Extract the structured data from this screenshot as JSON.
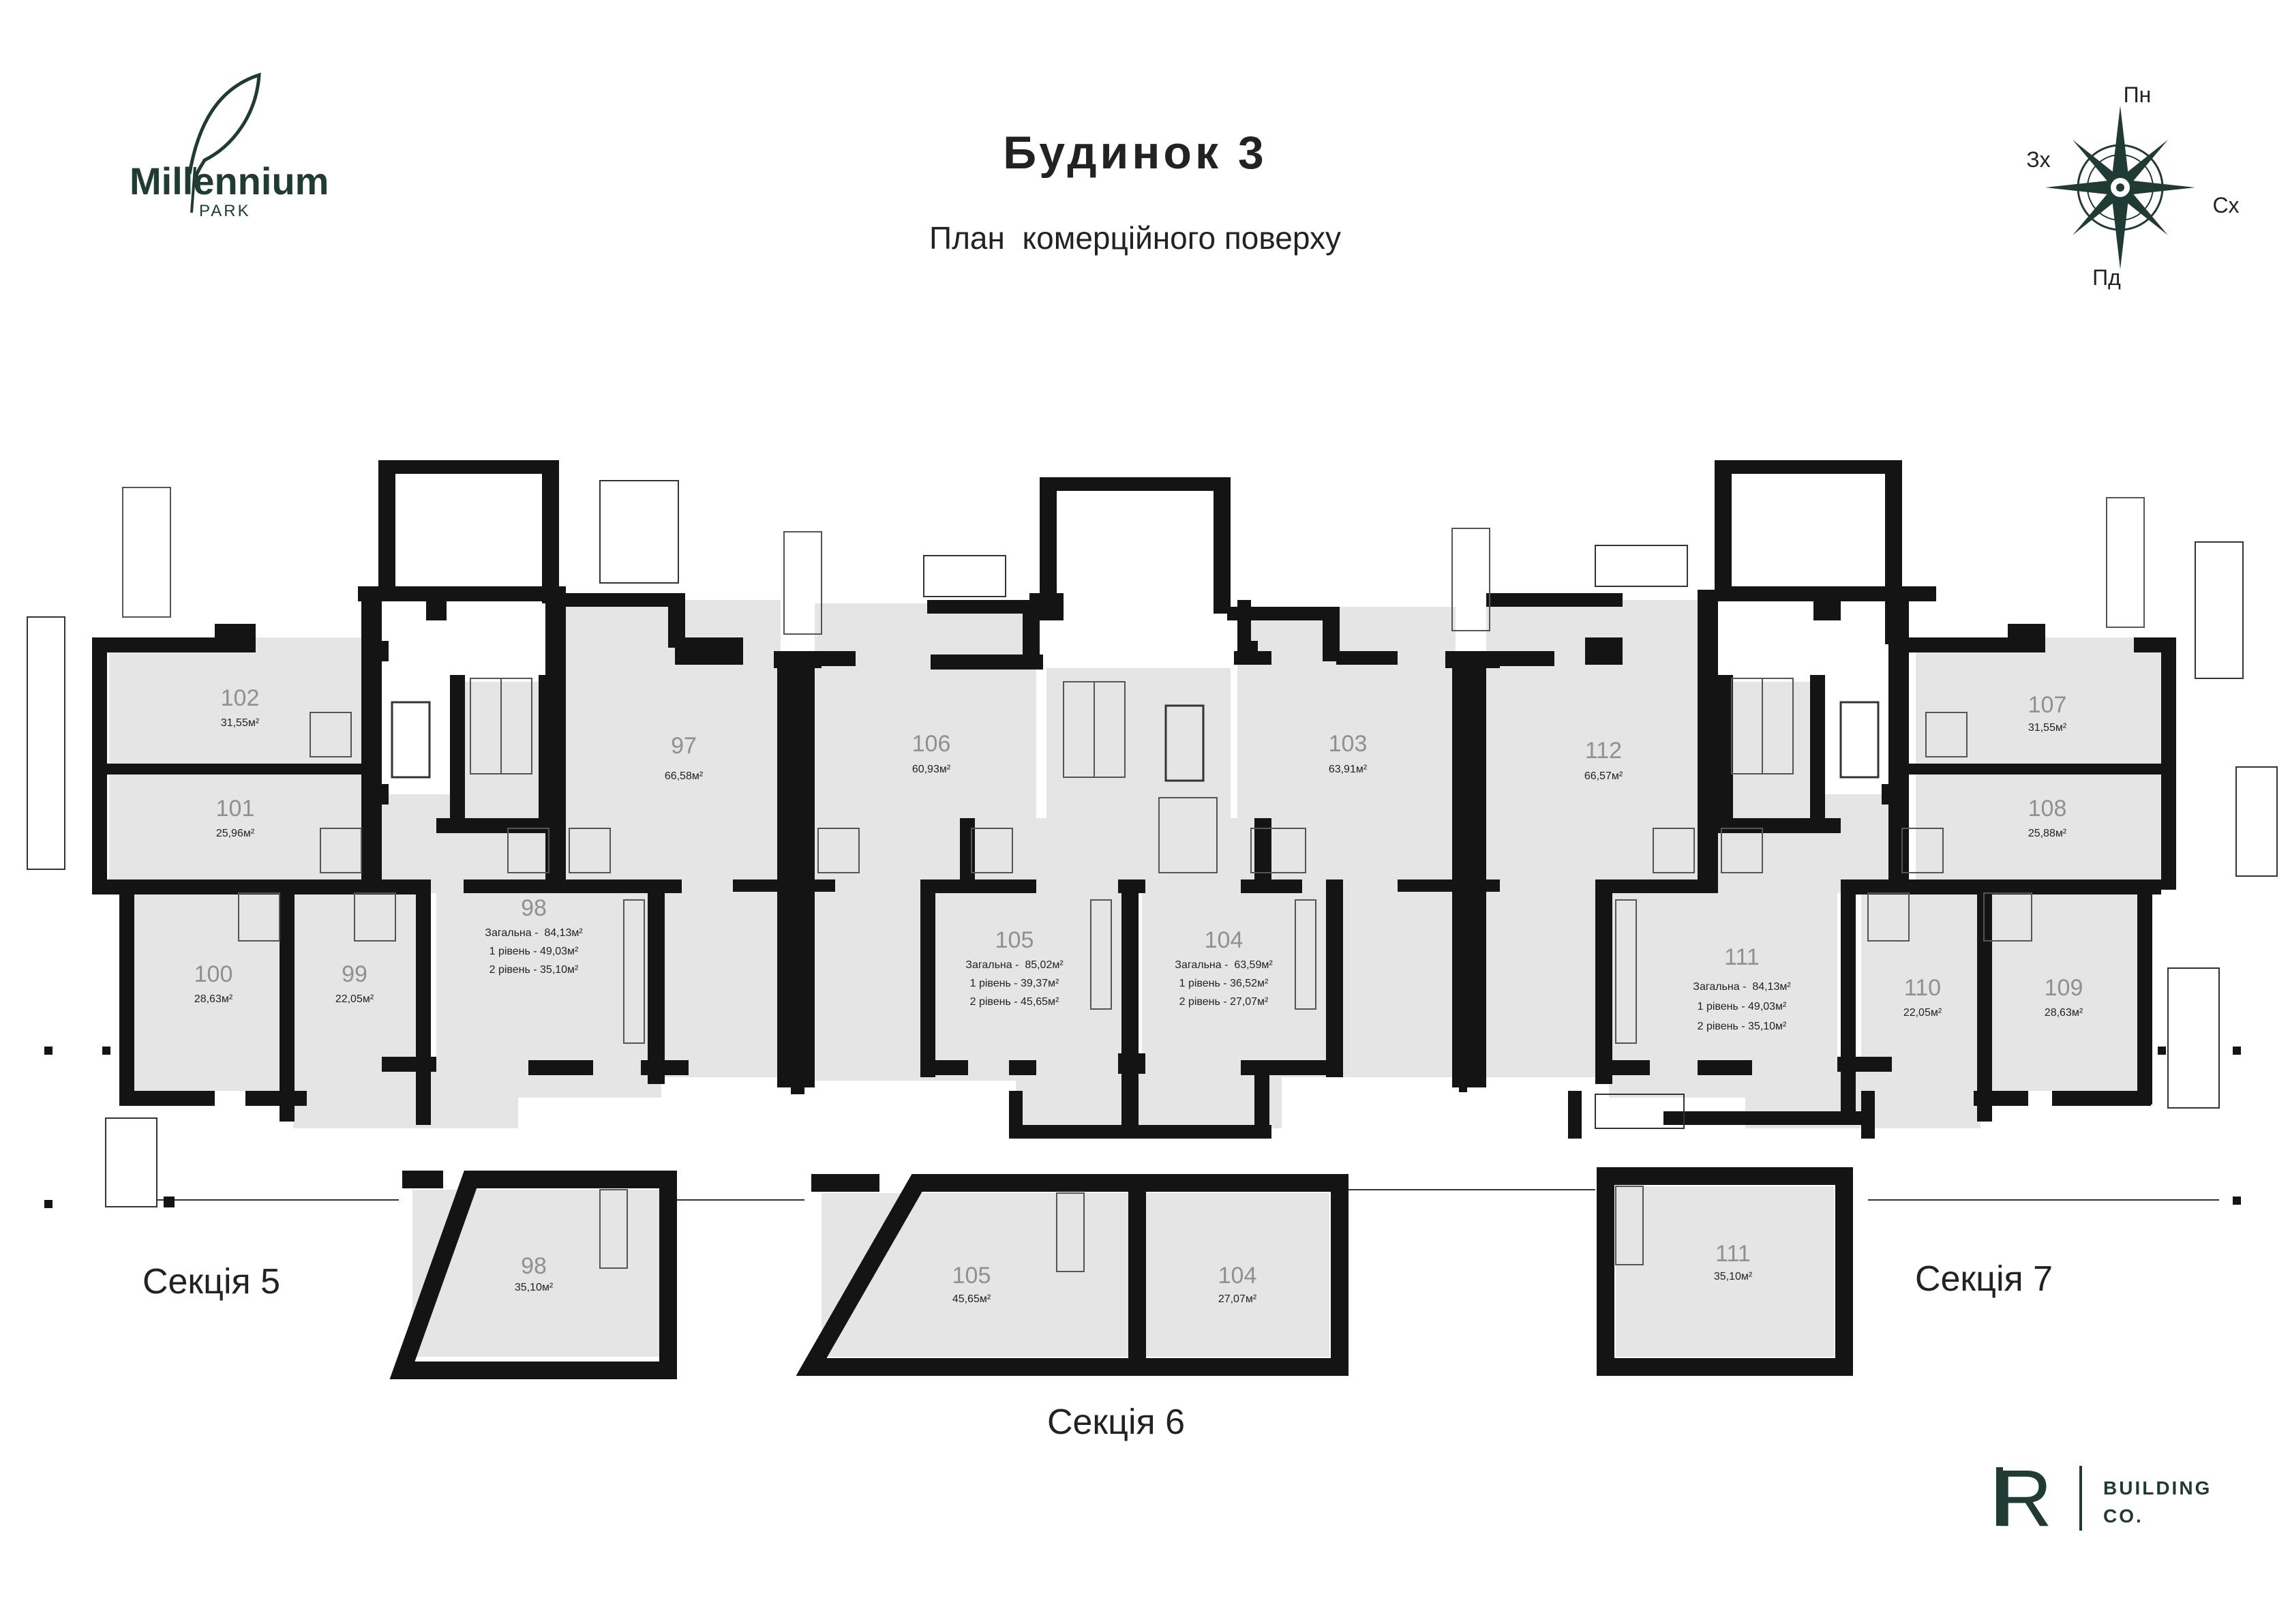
{
  "brand": {
    "logo_line1": "Millennium",
    "logo_line2": "PARK",
    "builder_initial": "R",
    "builder_line1": "BUILDING",
    "builder_line2": "CO.",
    "brand_color": "#1f3b33"
  },
  "header": {
    "title": "Будинок 3",
    "subtitle": "План  комерційного поверху"
  },
  "compass": {
    "north": "Пн",
    "south": "Пд",
    "west": "Зх",
    "east": "Сх"
  },
  "sections": {
    "s5": "Секція 5",
    "s6": "Секція 6",
    "s7": "Секція 7"
  },
  "colors": {
    "wall": "#141414",
    "room_fill": "#e4e5e4",
    "room_number": "#8f9090",
    "text": "#222222"
  },
  "units": {
    "u102": {
      "number": "102",
      "area": "31,55м²"
    },
    "u101": {
      "number": "101",
      "area": "25,96м²"
    },
    "u100": {
      "number": "100",
      "area": "28,63м²"
    },
    "u99": {
      "number": "99",
      "area": "22,05м²"
    },
    "u97": {
      "number": "97",
      "area": "66,58м²"
    },
    "u98": {
      "number": "98",
      "total": "Загальна -  84,13м²",
      "level1": "1 рівень - 49,03м²",
      "level2": "2 рівень - 35,10м²"
    },
    "u106": {
      "number": "106",
      "area": "60,93м²"
    },
    "u105": {
      "number": "105",
      "total": "Загальна -  85,02м²",
      "level1": "1 рівень - 39,37м²",
      "level2": "2 рівень - 45,65м²"
    },
    "u104": {
      "number": "104",
      "total": "Загальна -  63,59м²",
      "level1": "1 рівень - 36,52м²",
      "level2": "2 рівень - 27,07м²"
    },
    "u103": {
      "number": "103",
      "area": "63,91м²"
    },
    "u112": {
      "number": "112",
      "area": "66,57м²"
    },
    "u111": {
      "number": "111",
      "total": "Загальна -  84,13м²",
      "level1": "1 рівень - 49,03м²",
      "level2": "2 рівень - 35,10м²"
    },
    "u110": {
      "number": "110",
      "area": "22,05м²"
    },
    "u109": {
      "number": "109",
      "area": "28,63м²"
    },
    "u107": {
      "number": "107",
      "area": "31,55м²"
    },
    "u108": {
      "number": "108",
      "area": "25,88м²"
    }
  },
  "upper_levels": {
    "m98": {
      "number": "98",
      "area": "35,10м²"
    },
    "m105": {
      "number": "105",
      "area": "45,65м²"
    },
    "m104": {
      "number": "104",
      "area": "27,07м²"
    },
    "m111": {
      "number": "111",
      "area": "35,10м²"
    }
  }
}
